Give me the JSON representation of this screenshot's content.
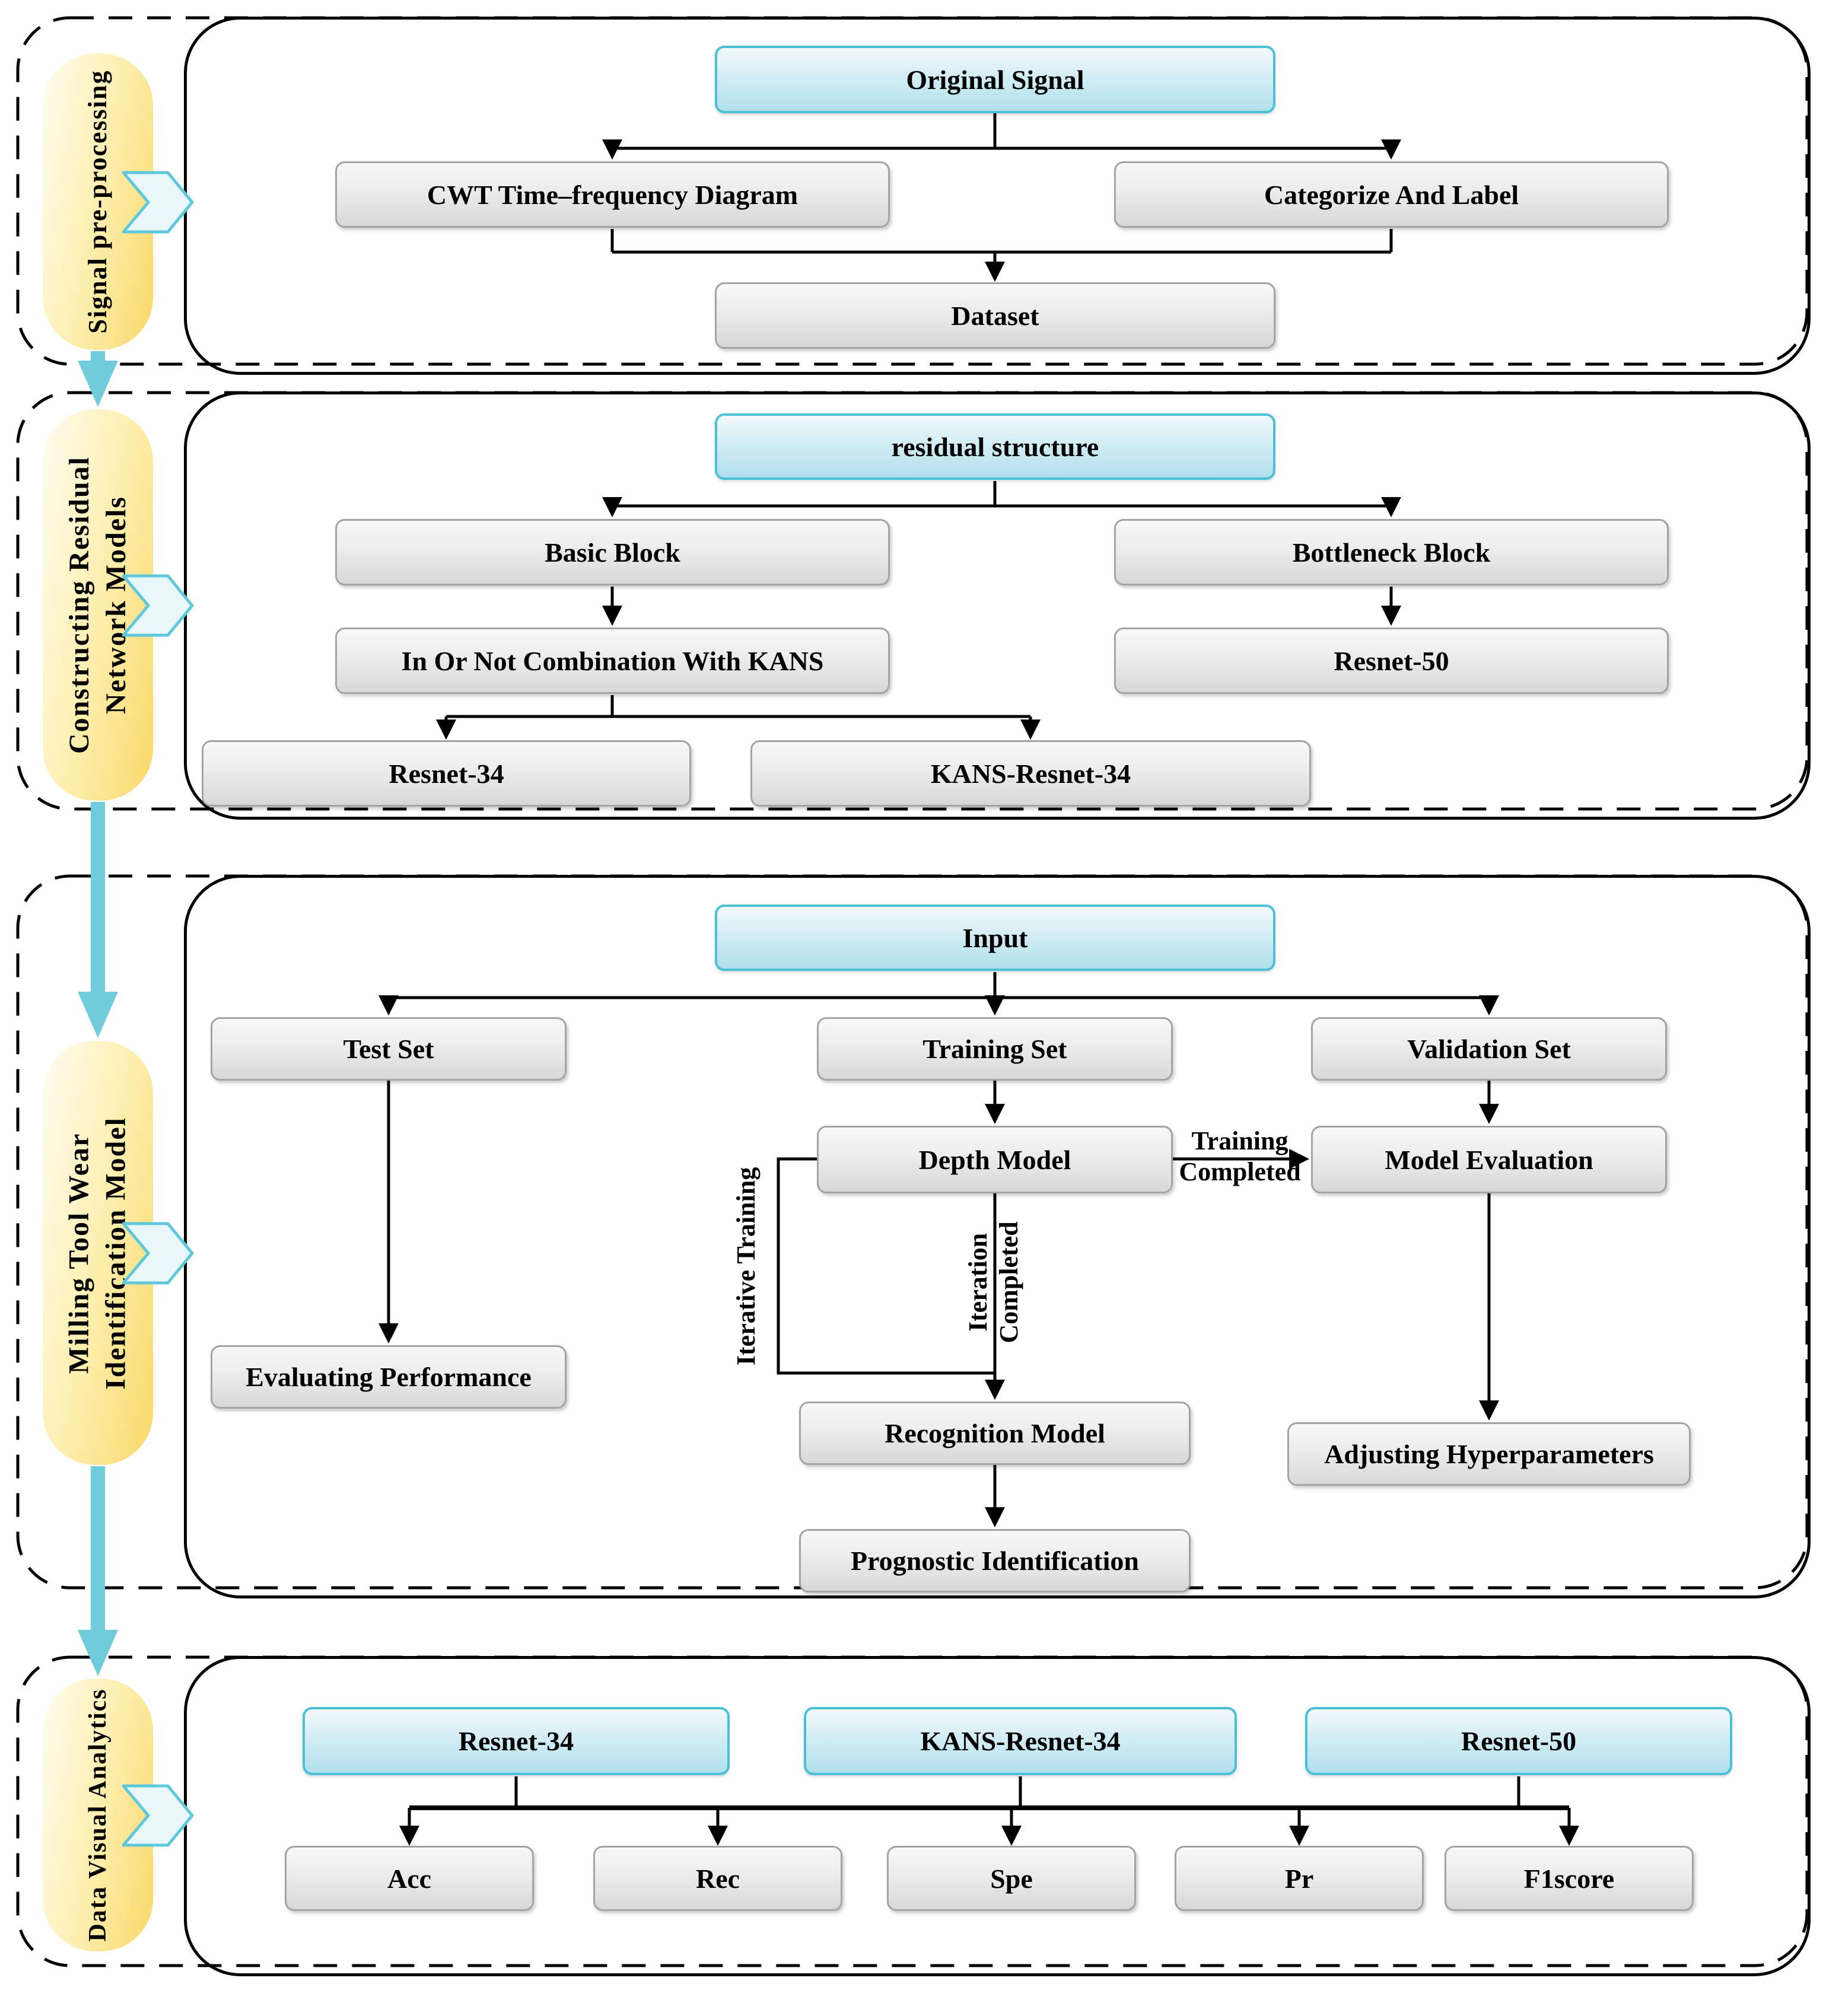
{
  "colors": {
    "accent_cyan_border": "#4cc0d6",
    "flow_arrow_cyan": "#70cbdb",
    "label_yellow": "#fad869",
    "gray_box_border": "#a4a4a4",
    "line_black": "#000000"
  },
  "sections": {
    "s1": {
      "label": "Signal pre-processing",
      "nodes": {
        "original_signal": "Original Signal",
        "cwt": "CWT Time–frequency  Diagram",
        "categorize": "Categorize And Label",
        "dataset": "Dataset"
      }
    },
    "s2": {
      "label": "Constructing Residual\nNetwork Models",
      "nodes": {
        "residual_structure": "residual structure",
        "basic_block": "Basic Block",
        "bottleneck_block": "Bottleneck Block",
        "kans_combo": "In Or Not Combination With KANS",
        "resnet34": "Resnet-34",
        "kans_resnet34": "KANS-Resnet-34",
        "resnet50": "Resnet-50"
      }
    },
    "s3": {
      "label": "Milling Tool Wear\nIdentification Model",
      "nodes": {
        "input": "Input",
        "test_set": "Test Set",
        "training_set": "Training Set",
        "validation_set": "Validation Set",
        "depth_model": "Depth Model",
        "model_evaluation": "Model Evaluation",
        "evaluating_performance": "Evaluating Performance",
        "recognition_model": "Recognition Model",
        "adjusting_hyperparameters": "Adjusting Hyperparameters",
        "prognostic_identification": "Prognostic Identification"
      },
      "edge_labels": {
        "training_completed": "Training\nCompleted",
        "iterative_training": "Iterative Training",
        "iteration_completed": "Iteration\nCompleted"
      }
    },
    "s4": {
      "label": "Data Visual Analytics",
      "nodes": {
        "resnet34": "Resnet-34",
        "kans_resnet34": "KANS-Resnet-34",
        "resnet50": "Resnet-50",
        "acc": "Acc",
        "rec": "Rec",
        "spe": "Spe",
        "pr": "Pr",
        "f1score": "F1score"
      }
    }
  }
}
